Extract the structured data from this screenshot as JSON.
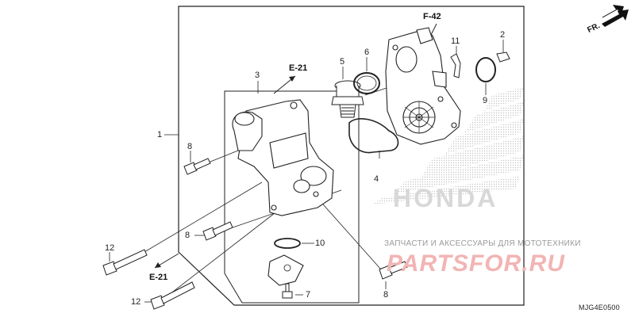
{
  "diagram": {
    "direction_label": "FR.",
    "diagram_code": "MJG4E0500",
    "references": {
      "f42": "F-42",
      "e21_top": "E-21",
      "e21_bottom": "E-21"
    },
    "callouts": {
      "c1": "1",
      "c2": "2",
      "c3": "3",
      "c4": "4",
      "c5": "5",
      "c6": "6",
      "c7": "7",
      "c8a": "8",
      "c8b": "8",
      "c8c": "8",
      "c9": "9",
      "c10": "10",
      "c11": "11",
      "c12a": "12",
      "c12b": "12"
    },
    "watermark": {
      "brand": "HONDA",
      "shop_text": "ЗАПЧАСТИ И АКСЕССУАРЫ ДЛЯ МОТОТЕХНИКИ",
      "shop_logo": "PARTSFOR.RU"
    }
  }
}
